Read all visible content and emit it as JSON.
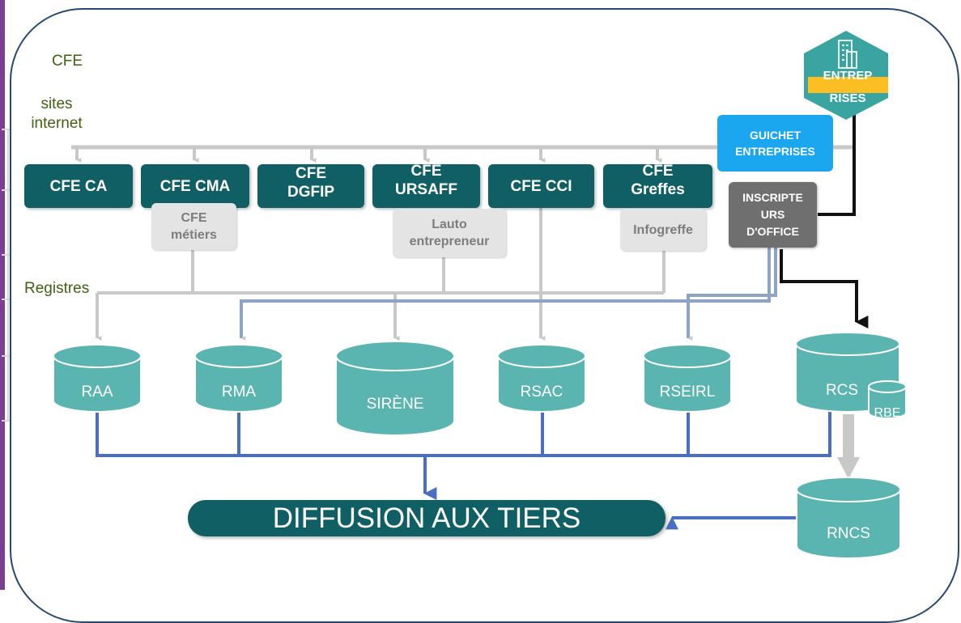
{
  "side_labels": {
    "cfe": "CFE",
    "sites": "sites\ninternet",
    "registres": "Registres"
  },
  "cfe_boxes": [
    {
      "label": "CFE CA"
    },
    {
      "label": "CFE CMA"
    },
    {
      "label": "CFE\nDGFIP"
    },
    {
      "label": "CFE\nURSAFF"
    },
    {
      "label": "CFE CCI"
    },
    {
      "label": "CFE\nGreffes"
    }
  ],
  "sub_boxes": [
    {
      "label": "CFE\nmétiers"
    },
    {
      "label": "Lauto\nentrepreneur"
    },
    {
      "label": "Infogreffe"
    }
  ],
  "guichet": "GUICHET\nENTREPRISES",
  "inscripteurs": "INSCRIPTE\nURS\nD'OFFICE",
  "entreprises": {
    "line1": "ENTREP",
    "line2": "RISES",
    "icon": "building-icon"
  },
  "registers": [
    {
      "label": "RAA"
    },
    {
      "label": "RMA"
    },
    {
      "label": "SIRÈNE"
    },
    {
      "label": "RSAC"
    },
    {
      "label": "RSEIRL"
    },
    {
      "label": "RCS"
    },
    {
      "label": "RBE"
    },
    {
      "label": "RNCS"
    }
  ],
  "diffusion": "DIFFUSION AUX TIERS",
  "colors": {
    "teal_dark": "#0f5f64",
    "cylinder": "#5ab5b0",
    "gray_box": "#e4e4e4",
    "guichet": "#1aa7ef",
    "inscripteurs": "#6f6f6f",
    "blue_line": "#4a6fc2",
    "gray_line": "#c8c8c8",
    "frame": "#27496d"
  }
}
